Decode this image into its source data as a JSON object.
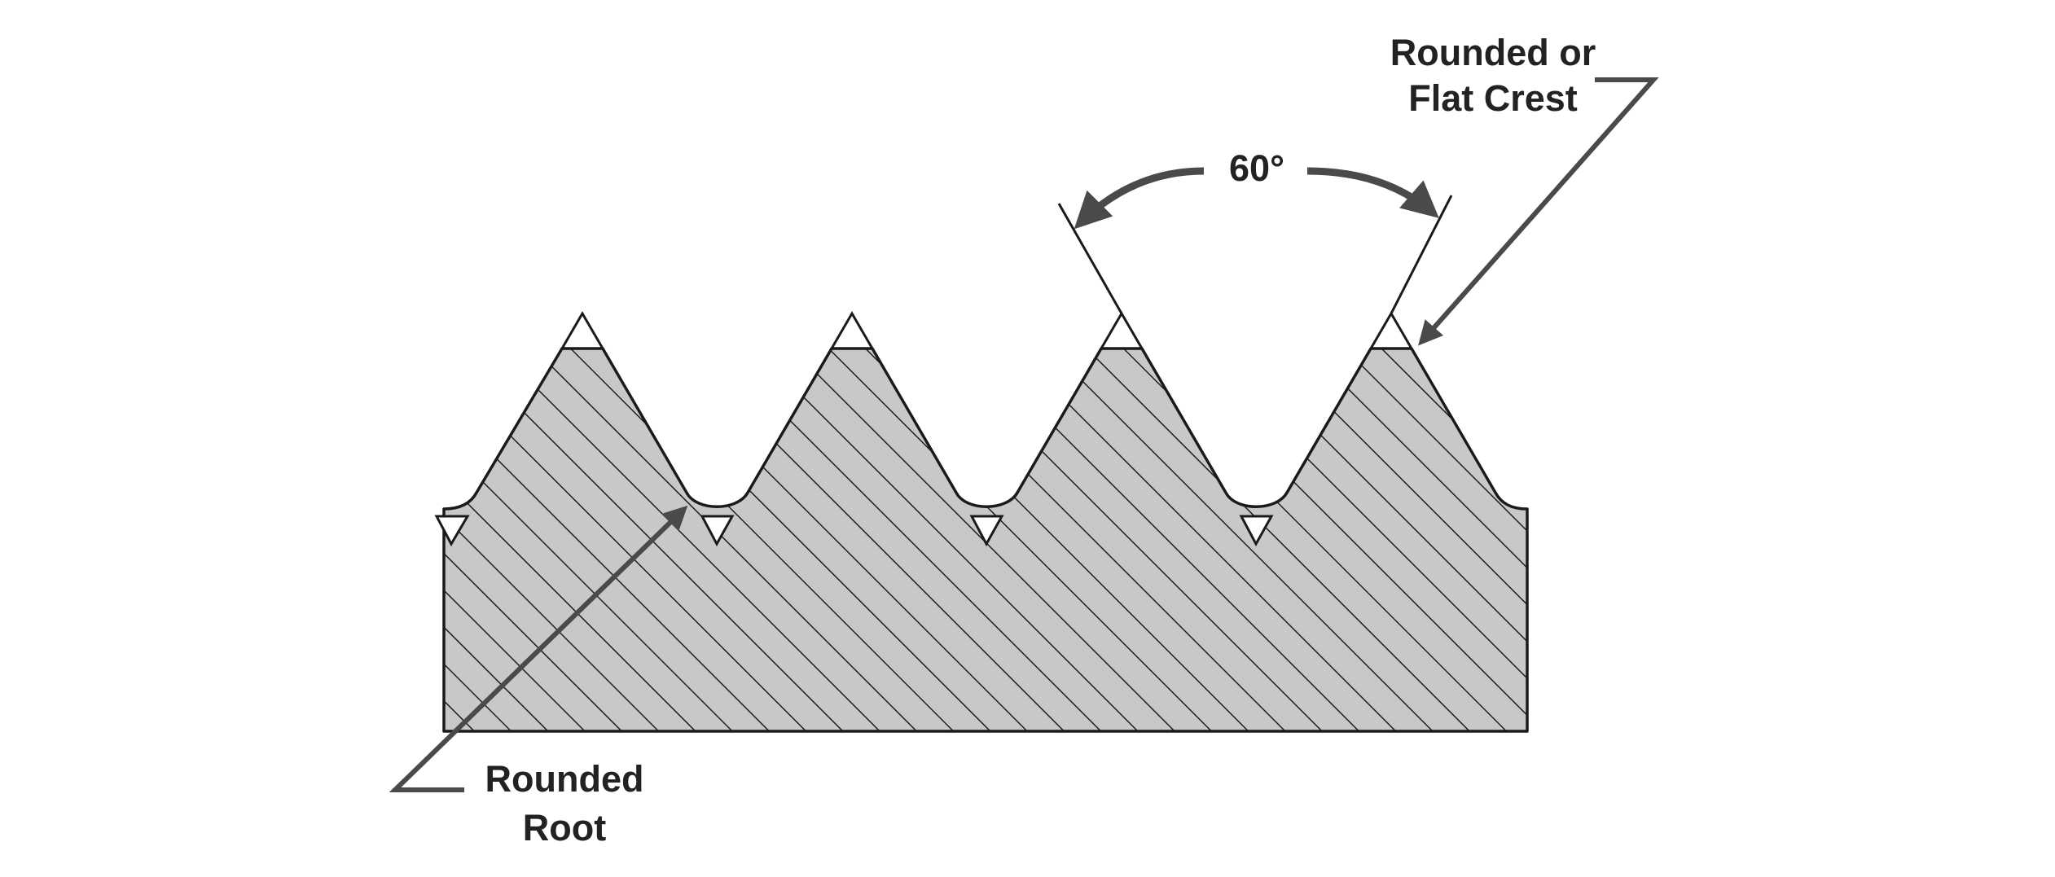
{
  "labels": {
    "angle": "60°",
    "crest_line1": "Rounded or",
    "crest_line2": "Flat Crest",
    "root_line1": "Rounded",
    "root_line2": "Root"
  },
  "colors": {
    "body_fill": "#c8c8c8",
    "hatch": "#1e1e1e",
    "outline": "#1a1a1a",
    "leader": "#4a4a4a",
    "text": "#222222",
    "background": "#ffffff"
  }
}
